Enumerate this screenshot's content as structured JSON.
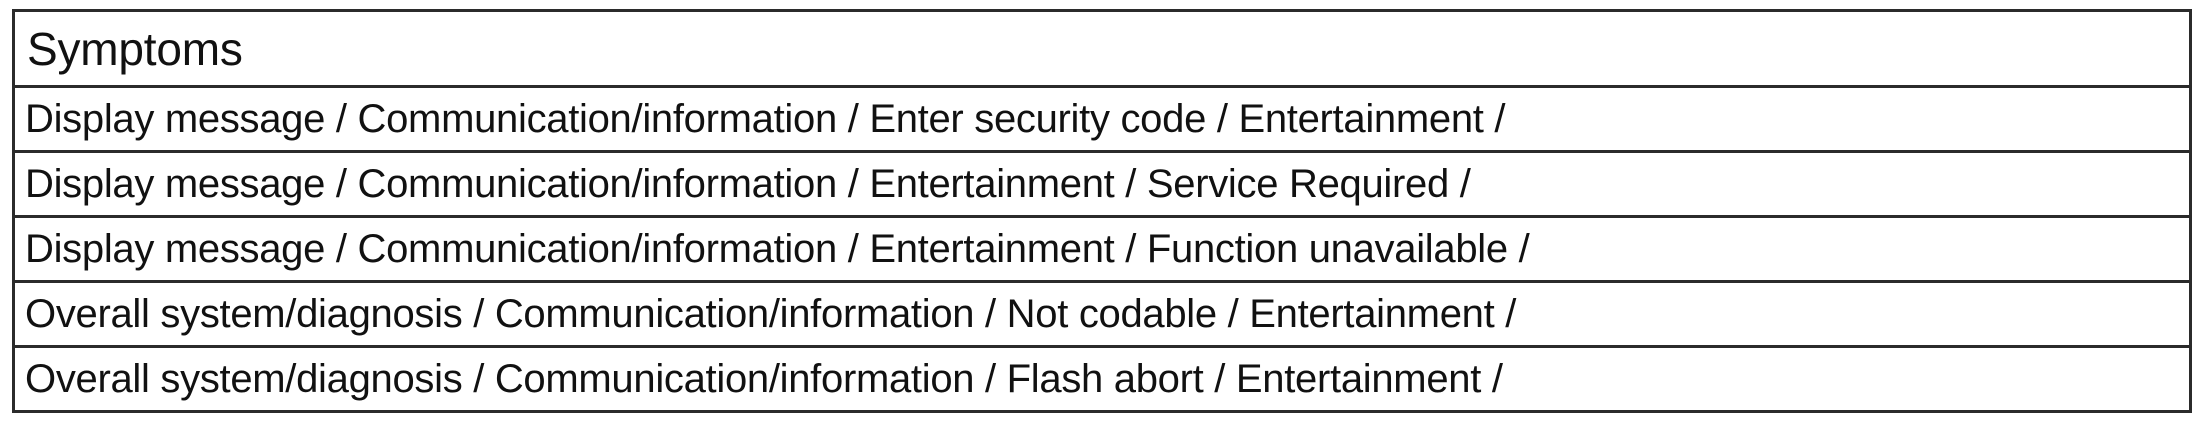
{
  "table": {
    "header": {
      "label": "Symptoms"
    },
    "rows": [
      {
        "text": "Display message / Communication/information / Enter security code / Entertainment /"
      },
      {
        "text": "Display message / Communication/information / Entertainment / Service Required /"
      },
      {
        "text": "Display message / Communication/information / Entertainment / Function unavailable /"
      },
      {
        "text": "Overall system/diagnosis / Communication/information / Not codable / Entertainment /"
      },
      {
        "text": "Overall system/diagnosis / Communication/information / Flash abort / Entertainment /"
      }
    ]
  },
  "colors": {
    "border": "#2b2b2b",
    "text": "#111111",
    "background": "#ffffff"
  }
}
